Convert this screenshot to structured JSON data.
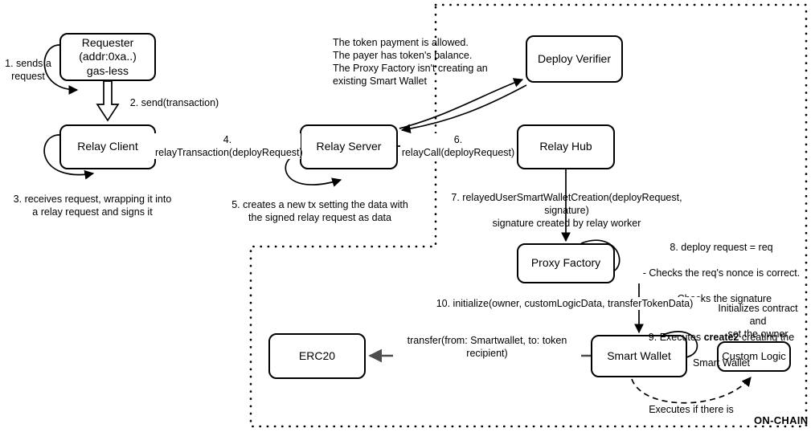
{
  "diagram": {
    "title_tag": "ON-CHAIN",
    "boundary": {
      "style": "dotted",
      "label": "ON-CHAIN"
    },
    "nodes": [
      {
        "id": "requester",
        "label": "Requester\n(addr:0xa..)\ngas-less"
      },
      {
        "id": "relay_client",
        "label": "Relay Client"
      },
      {
        "id": "relay_server",
        "label": "Relay Server"
      },
      {
        "id": "deploy_verifier",
        "label": "Deploy Verifier"
      },
      {
        "id": "relay_hub",
        "label": "Relay Hub"
      },
      {
        "id": "proxy_factory",
        "label": "Proxy Factory"
      },
      {
        "id": "smart_wallet",
        "label": "Smart Wallet"
      },
      {
        "id": "erc20",
        "label": "ERC20"
      },
      {
        "id": "custom_logic",
        "label": "Custom Logic"
      }
    ],
    "annotations": {
      "step1": "1. sends a\nrequest",
      "step2": "2. send(transaction)",
      "step3": "3. receives request, wrapping it into\na relay request and signs it",
      "step4": "4. relayTransaction(deployRequest)",
      "step5": "5. creates a new tx setting the data with\nthe signed relay request as data",
      "step6": "6. relayCall(deployRequest)",
      "step7": "7. relayedUserSmartWalletCreation(deployRequest, signature)\nsignature created by relay worker",
      "verifier_note": "The token payment is allowed.\nThe payer has token's balance.\nThe Proxy Factory isn't creating an\nexisting Smart Wallet",
      "step8_line1": "8. deploy request = req",
      "step8_line2": "- Checks the req's nonce is correct.",
      "step8_line3": "- Checks the signature",
      "step9_prefix": "9. Executes ",
      "step9_bold": "create2",
      "step9_suffix": " creating the",
      "step9_line2": "Smart Wallet",
      "step10": "10. initialize(owner, customLogicData, transferTokenData)",
      "transfer": "transfer(from: Smartwallet, to: token recipient)",
      "initializes_note": "Initializes contract and\nset the owner",
      "executes_note": "Executes if there is"
    },
    "colors": {
      "stroke": "#000000",
      "background": "#ffffff",
      "transfer_arrow": "#4d4d4d",
      "boundary": "#000000"
    }
  }
}
